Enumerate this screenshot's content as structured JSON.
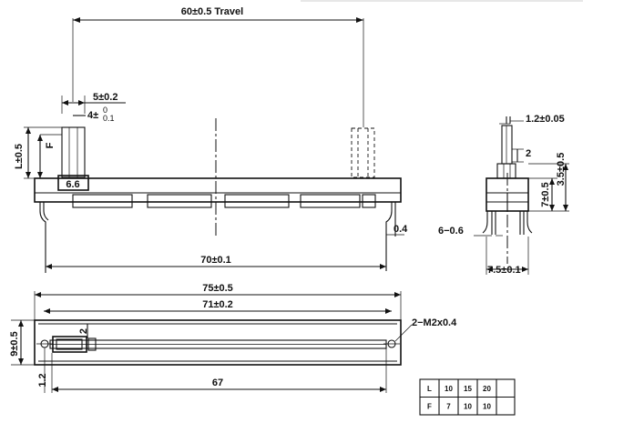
{
  "labels": {
    "travel": "60±0.5  Travel",
    "width_5": "5±0.2",
    "width_4": "4±",
    "width_4_sup": "0",
    "width_4_sub": "0.1",
    "l_tol": "L±0.5",
    "f_label": "F",
    "knob_base": "6.6",
    "spacing_04": "0.4",
    "length_70": "70±0.1",
    "length_75": "75±0.5",
    "length_71": "71±0.2",
    "height_9": "9±0.5",
    "slot_2": "2",
    "screw": "2−M2x0.4",
    "offset_12": "1.2",
    "length_67": "67",
    "side_12": "1.2±0.05",
    "side_2": "2",
    "side_35": "3.5±0.5",
    "side_7": "7±0.5",
    "side_pins": "6−0.6",
    "side_75": "7.5±0.1"
  },
  "table": {
    "rows": [
      {
        "head": "L",
        "cells": [
          "10",
          "15",
          "20"
        ]
      },
      {
        "head": "F",
        "cells": [
          "7",
          "10",
          "10"
        ]
      }
    ]
  }
}
